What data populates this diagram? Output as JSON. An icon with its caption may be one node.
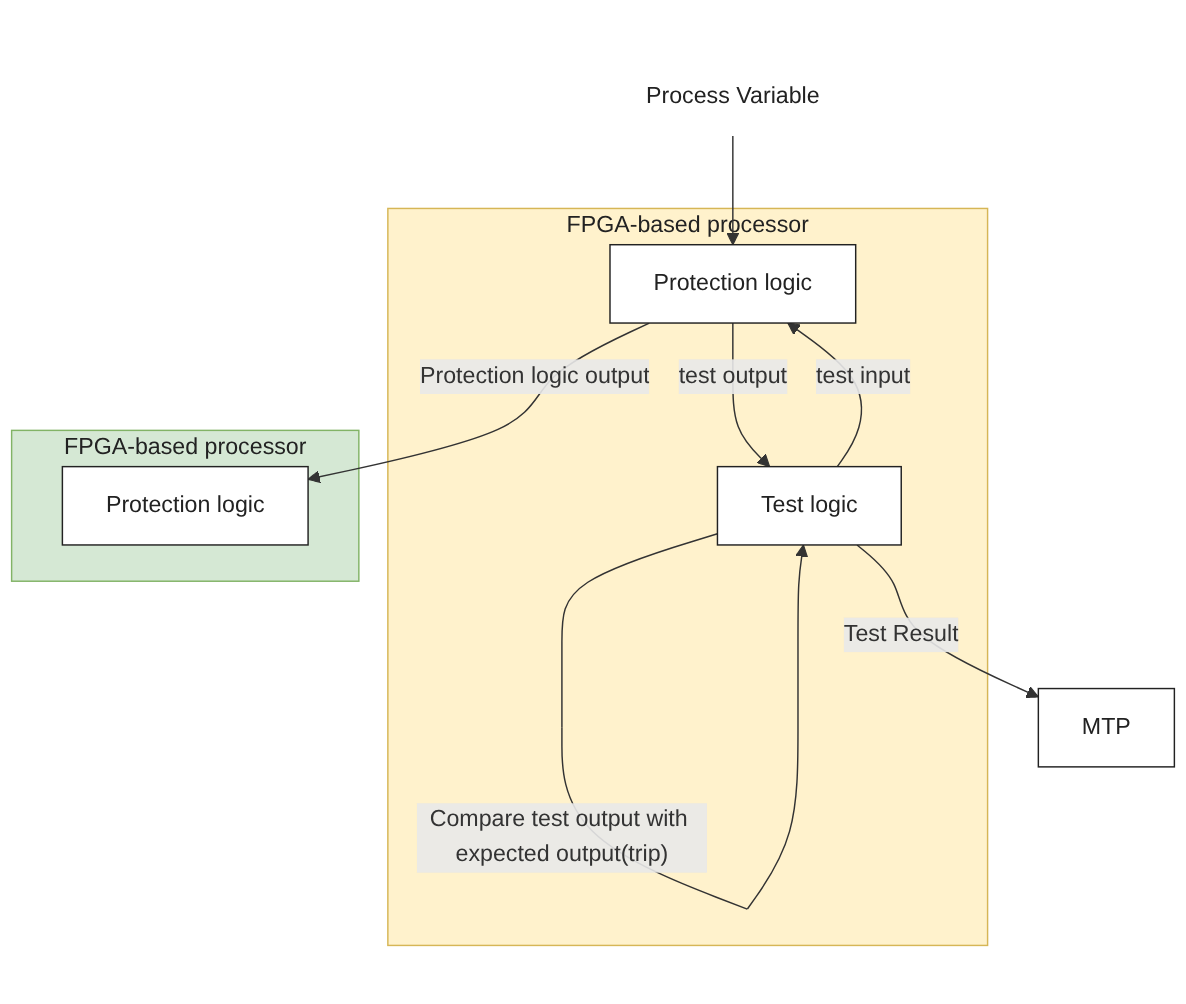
{
  "diagram": {
    "nodes": [
      {
        "text": [
          "Process Variable"
        ]
      },
      {
        "text": [
          "MTP"
        ]
      },
      {
        "text": [
          "FPGA-based processor"
        ]
      },
      {
        "text": [
          "Protection logic"
        ],
        "in": 2
      },
      {
        "text": [
          "Test logic"
        ],
        "in": 2
      },
      {
        "text": [
          "FPGA-based processor"
        ]
      },
      {
        "text": [
          "Protection logic"
        ],
        "in": 5
      }
    ],
    "edges": [
      {
        "from": 0,
        "to": 3,
        "arrow": "to"
      },
      {
        "from": 4,
        "to": 1,
        "arrow": "to",
        "label": "Test Result"
      },
      {
        "from": 4,
        "to": 3,
        "arrow": "to",
        "label": "test input"
      },
      {
        "from": 3,
        "to": 4,
        "arrow": "to",
        "label": "test output"
      },
      {
        "from": 4,
        "to": 4,
        "arrow": "to",
        "label": "Compare test output with expected output(trip)"
      },
      {
        "from": 3,
        "to": 6,
        "arrow": "to",
        "label": "Protection logic output"
      }
    ]
  }
}
